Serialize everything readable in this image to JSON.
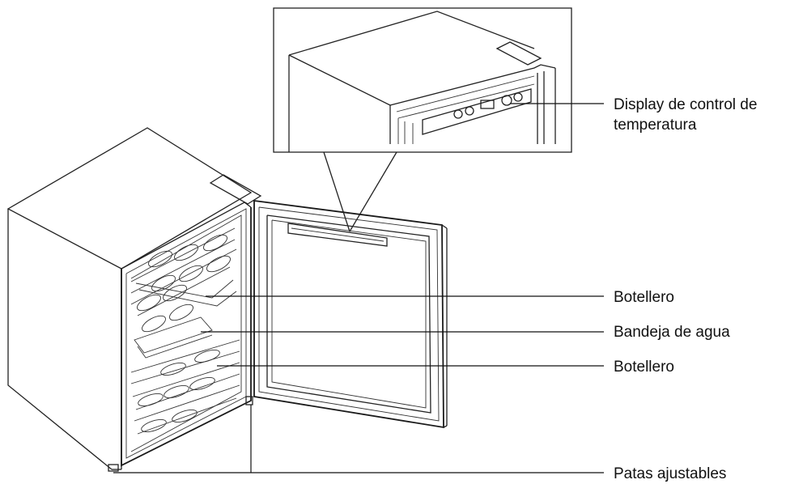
{
  "labels": {
    "display_line1": "Display de control de",
    "display_line2": "temperatura",
    "wine_rack_top": "Botellero",
    "water_tray": "Bandeja de agua",
    "wine_rack_bottom": "Botellero",
    "adjustable_feet": "Patas ajustables"
  },
  "colors": {
    "line": "#222222",
    "background": "#ffffff",
    "text": "#111111"
  }
}
